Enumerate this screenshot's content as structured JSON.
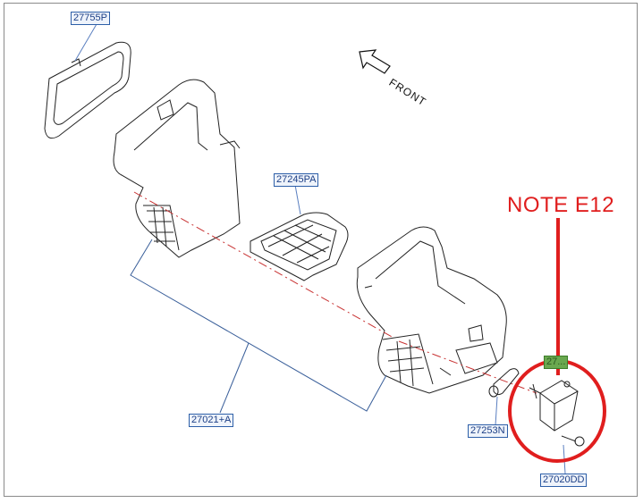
{
  "labels": {
    "gasket": "27755P",
    "filter": "27245PA",
    "duct_assembly": "27021+A",
    "clip": "27253N",
    "actuator": "27...",
    "screw": "27020DD"
  },
  "front_label": "FRONT",
  "note": "NOTE E12",
  "colors": {
    "note_red": "#e01e1e",
    "label_blue": "#2d5fa8",
    "label_green": "#6aa84f",
    "line": "#222222"
  }
}
